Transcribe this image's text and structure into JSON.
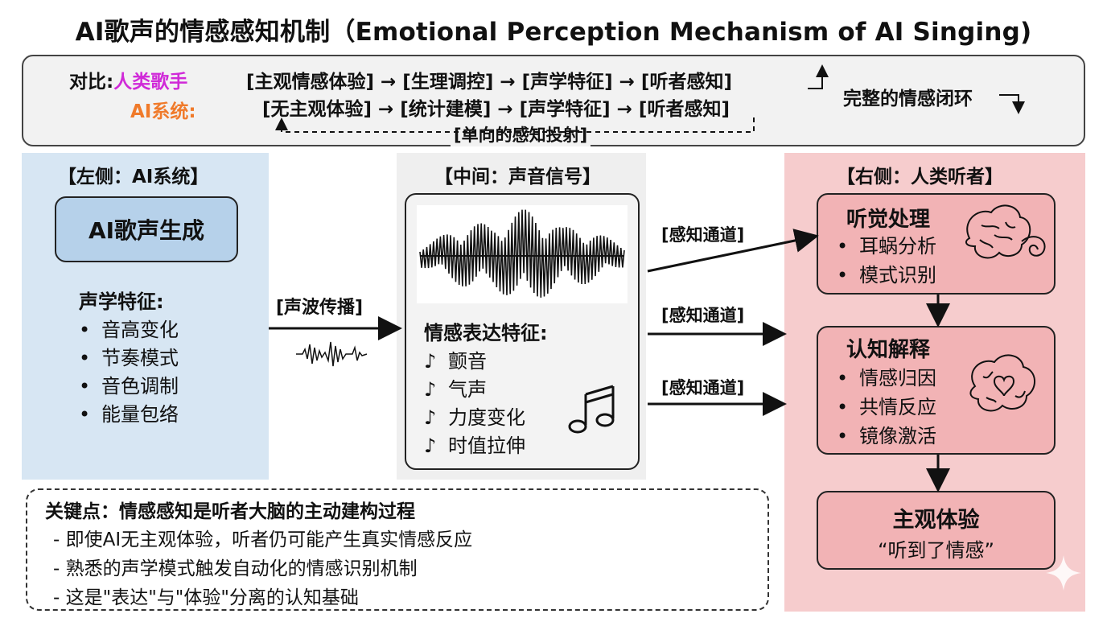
{
  "title": "AI歌声的情感感知机制（Emotional Perception Mechanism of AI Singing)",
  "comparison": {
    "label": "对比:",
    "human_label": "人类歌手",
    "human_chain": "[主观情感体验] → [生理调控] → [声学特征] → [听者感知]",
    "ai_label": "AI系统:",
    "ai_chain": "[无主观体验] → [统计建模] → [声学特征] → [听者感知]",
    "loop_label": "完整的情感闭环",
    "projection_label": "[单向的感知投射]",
    "colors": {
      "human": "#d02ad8",
      "ai": "#f07a2a"
    }
  },
  "left": {
    "header": "【左侧：AI系统】",
    "generator": "AI歌声生成",
    "features_title": "声学特征:",
    "features": [
      "音高变化",
      "节奏模式",
      "音色调制",
      "能量包络"
    ]
  },
  "sound_wave_label": "[声波传播]",
  "middle": {
    "header": "【中间：声音信号】",
    "features_title": "情感表达特征:",
    "features": [
      "颤音",
      "气声",
      "力度变化",
      "时值拉伸"
    ]
  },
  "channels": [
    "[感知通道]",
    "[感知通道]",
    "[感知通道]"
  ],
  "right": {
    "header": "【右侧：人类听者】",
    "auditory": {
      "title": "听觉处理",
      "items": [
        "耳蜗分析",
        "模式识别"
      ]
    },
    "cognitive": {
      "title": "认知解释",
      "items": [
        "情感归因",
        "共情反应",
        "镜像激活"
      ]
    },
    "subjective": {
      "title": "主观体验",
      "quote": "“听到了情感”"
    }
  },
  "key_points": {
    "title": "关键点：情感感知是听者大脑的主动建构过程",
    "lines": [
      "- 即使AI无主观体验，听者仍可能产生真实情感反应",
      "- 熟悉的声学模式触发自动化的情感识别机制",
      "- 这是\"表达\"与\"体验\"分离的认知基础"
    ]
  }
}
